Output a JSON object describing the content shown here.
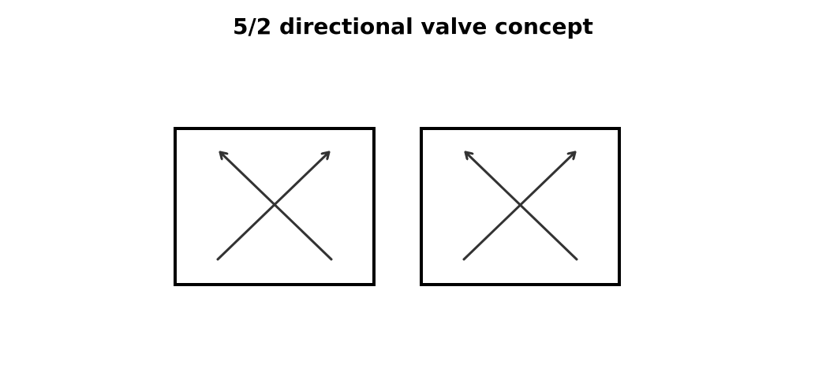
{
  "title": "5/2 directional valve concept",
  "colors": {
    "background": "#ffffff",
    "box_stroke": "#000000",
    "arrow_stroke": "#333333",
    "title": "#000000"
  },
  "diagram": {
    "positions": [
      {
        "name": "position-1",
        "arrows": [
          {
            "icon": "arrow-up-right-icon",
            "direction": "up-right"
          },
          {
            "icon": "arrow-up-left-icon",
            "direction": "up-left"
          }
        ]
      },
      {
        "name": "position-2",
        "arrows": [
          {
            "icon": "arrow-up-right-icon",
            "direction": "up-right"
          },
          {
            "icon": "arrow-up-left-icon",
            "direction": "up-left"
          }
        ]
      }
    ]
  }
}
